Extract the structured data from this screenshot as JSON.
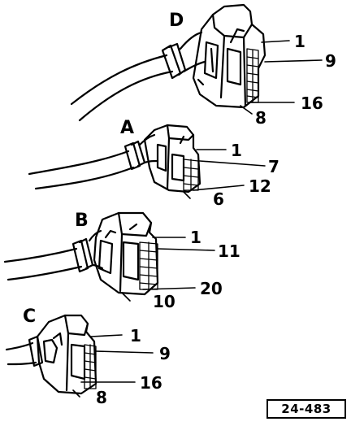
{
  "connectors": [
    {
      "id": "D",
      "letter": "D",
      "pins": {
        "top": "1",
        "upper_right": "9",
        "lower_right": "16",
        "bottom": "8"
      }
    },
    {
      "id": "A",
      "letter": "A",
      "pins": {
        "top": "1",
        "upper_right": "7",
        "lower_right": "12",
        "bottom": "6"
      }
    },
    {
      "id": "B",
      "letter": "B",
      "pins": {
        "top": "1",
        "upper_right": "11",
        "lower_right": "20",
        "bottom": "10"
      }
    },
    {
      "id": "C",
      "letter": "C",
      "pins": {
        "top": "1",
        "upper_right": "9",
        "lower_right": "16",
        "bottom": "8"
      }
    }
  ],
  "reference": "24-483"
}
